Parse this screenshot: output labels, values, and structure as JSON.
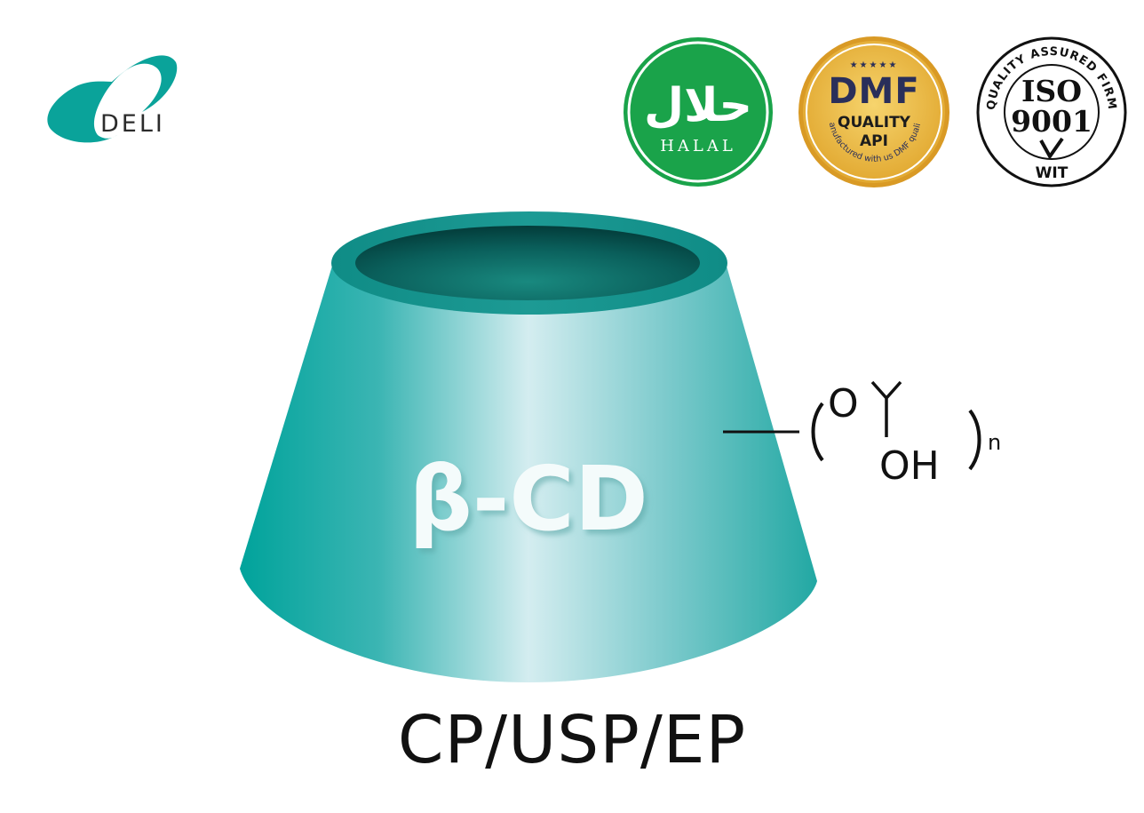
{
  "brand": {
    "name": "DELI",
    "color": "#0aa39a"
  },
  "badges": {
    "halal": {
      "arabic": "حلال",
      "label": "HALAL",
      "color": "#1aa34a"
    },
    "dmf": {
      "stars": "★★★★★",
      "title": "DMF",
      "line1": "QUALITY",
      "line2": "API",
      "ring": "Manufactured with us DMF quality",
      "color": "#e7b132"
    },
    "iso": {
      "ring": "QUALITY ASSURED FIRM",
      "line1": "ISO",
      "line2": "9001",
      "mark": "WIT"
    }
  },
  "product": {
    "name": "β-CD",
    "color_dark": "#00a19a",
    "color_light": "#d2ecef"
  },
  "formula": {
    "oxygen": "O",
    "hydroxyl": "OH",
    "subscript": "n"
  },
  "grades": "CP/USP/EP"
}
